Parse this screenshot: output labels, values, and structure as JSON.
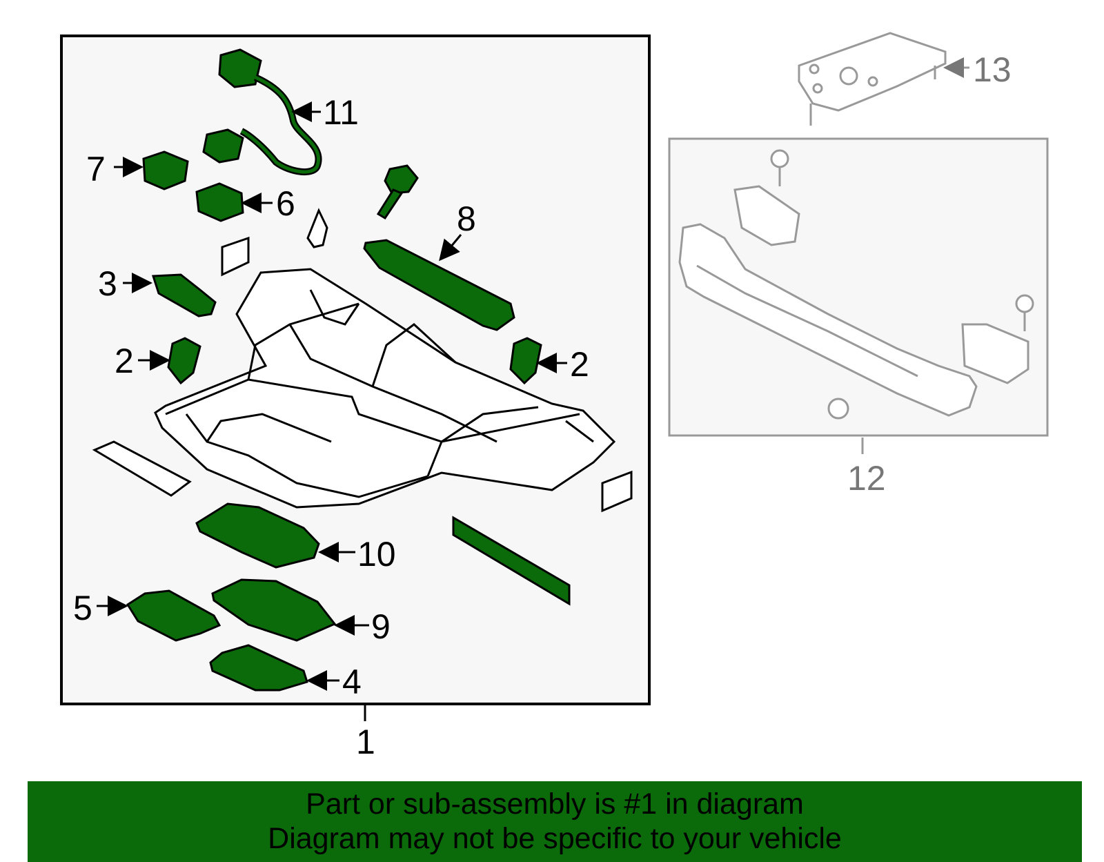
{
  "diagram": {
    "callouts": {
      "c1": "1",
      "c2a": "2",
      "c2b": "2",
      "c3": "3",
      "c4": "4",
      "c5": "5",
      "c6": "6",
      "c7": "7",
      "c8": "8",
      "c9": "9",
      "c10": "10",
      "c11": "11",
      "c12": "12",
      "c13": "13"
    },
    "colors": {
      "part_fill": "#0b6b0b",
      "panel_bg": "#f7f7f7",
      "gray_line": "#999999"
    }
  },
  "banner": {
    "line1": "Part or sub-assembly is #1 in diagram",
    "line2": "Diagram may not be specific to your vehicle"
  }
}
